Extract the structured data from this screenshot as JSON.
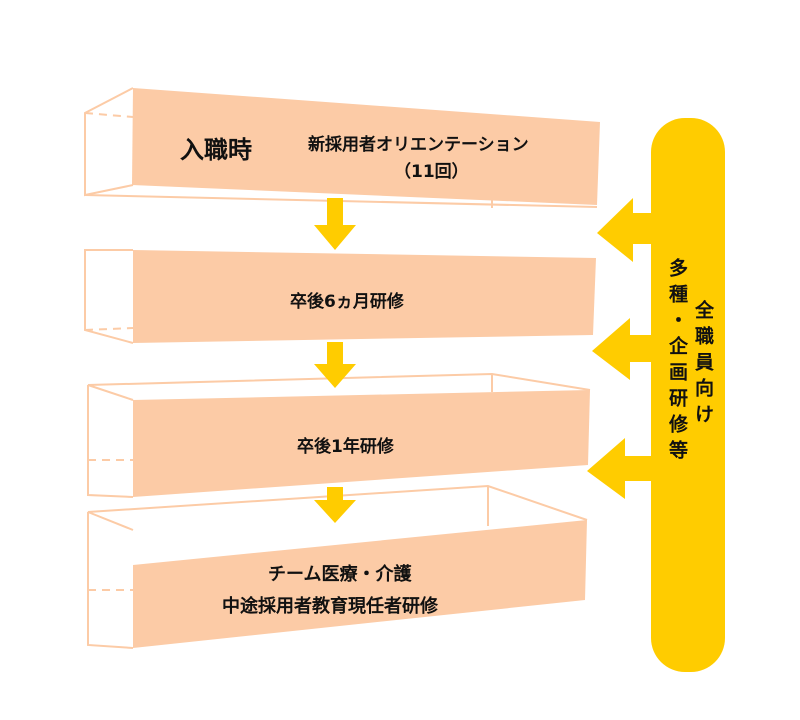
{
  "stages": [
    {
      "label": "入職時",
      "detail": "新採用者オリエンテーション",
      "detail_sub": "（11回）"
    },
    {
      "label": "卒後6ヵ月研修"
    },
    {
      "label": "卒後1年研修"
    },
    {
      "label": "チーム医療・介護",
      "label_line2": "中途採用者教育現任者研修"
    }
  ],
  "side": {
    "main_label": "全職員向け",
    "sub_label": "多種・企画研修等"
  },
  "colors": {
    "box": "#FCCBA6",
    "accent": "#FFCC00"
  }
}
